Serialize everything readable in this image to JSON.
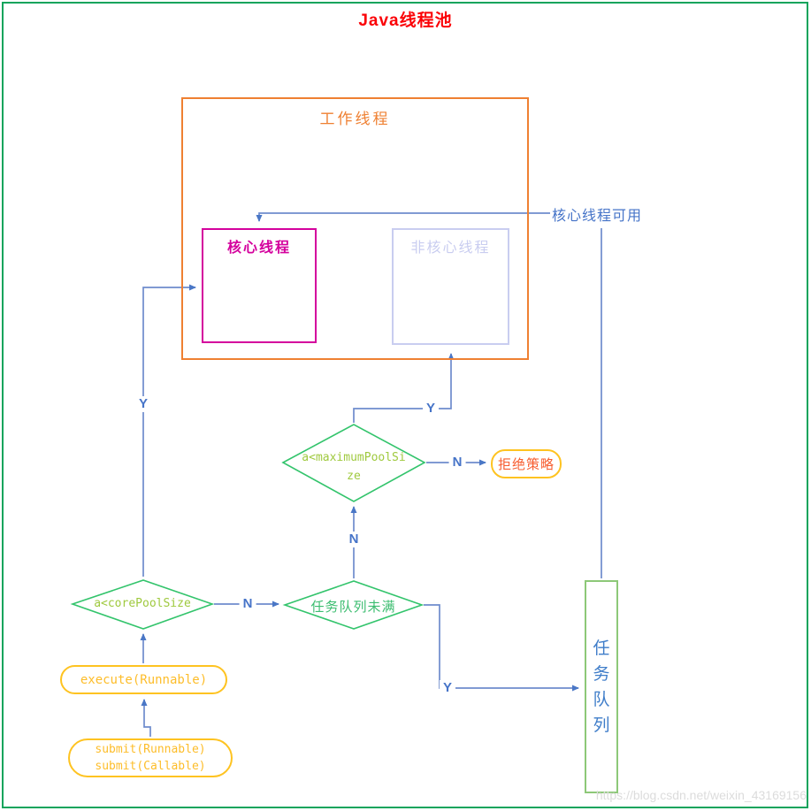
{
  "title": "Java线程池",
  "worker_box": {
    "label": "工作线程"
  },
  "core_box": {
    "label": "核心线程"
  },
  "noncore_box": {
    "label": "非核心线程"
  },
  "queue_box": {
    "label": "任务队列"
  },
  "core_available_label": "核心线程可用",
  "decisions": {
    "core_pool": "a<corePoolSize",
    "max_pool_line1": "a<maximumPoolSi",
    "max_pool_line2": "ze",
    "queue_not_full": "任务队列未满"
  },
  "nodes": {
    "reject": "拒绝策略",
    "execute": "execute(Runnable)",
    "submit_line1": "submit(Runnable)",
    "submit_line2": "submit(Callable)"
  },
  "edge_labels": {
    "yes": "Y",
    "no": "N"
  },
  "watermark": "https://blog.csdn.net/weixin_43169156",
  "colors": {
    "frame_green": "#0fa45c",
    "title_red": "#fb0207",
    "worker_orange": "#ef8032",
    "core_magenta": "#d4019d",
    "noncore_lavender": "#c9cdf0",
    "diamond_green": "#33c46c",
    "code_text_green": "#9fc93e",
    "pill_gold": "#fec321",
    "reject_text": "#f75c2f",
    "connector_blue": "#5b7ec8",
    "label_blue": "#4674c8",
    "queue_border_green": "#8dc878",
    "queue_text_blue": "#3f7dc9",
    "watermark_gray": "#dcdcdc"
  }
}
